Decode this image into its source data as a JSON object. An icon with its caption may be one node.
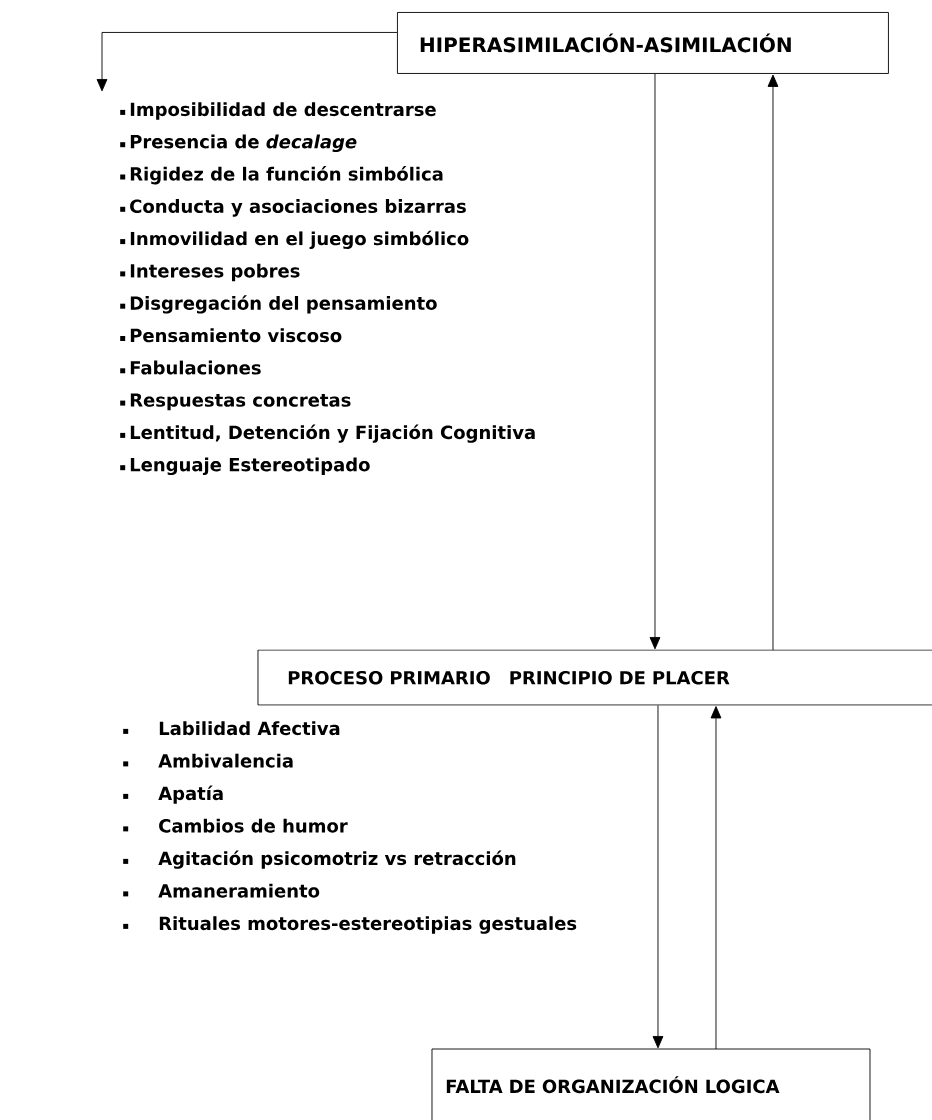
{
  "diagram": {
    "nodes": [
      {
        "text": [
          "HIPERASIMILACIÓN-ASIMILACIÓN"
        ]
      },
      {
        "text": [
          "Imposibilidad de descentrarse",
          "Presencia de *decalage*",
          "Rigidez de la función simbólica",
          "Conducta y asociaciones bizarras",
          "Inmovilidad en el juego simbólico",
          "Intereses pobres",
          "Disgregación del pensamiento",
          "Pensamiento viscoso",
          "Fabulaciones",
          "Respuestas concretas",
          "Lentitud, Detención y Fijación Cognitiva",
          "Lenguaje Estereotipado"
        ]
      },
      {
        "text": [
          "PROCESO PRIMARIO",
          "PRINCIPIO DE PLACER"
        ]
      },
      {
        "text": [
          "FALTA DE ORGANIZACIÓN LOGICA"
        ]
      }
    ],
    "edges": [
      {
        "from": 0,
        "to": 1,
        "arrow": "to"
      },
      {
        "from": 0,
        "to": 2,
        "arrow": "to"
      },
      {
        "from": 2,
        "to": 0,
        "arrow": "to"
      },
      {
        "from": 2,
        "to": 3,
        "arrow": "to"
      },
      {
        "from": 3,
        "to": 2,
        "arrow": "to"
      }
    ],
    "labels": [
      "Labilidad Afectiva",
      "Ambivalencia",
      "Apatía",
      "Cambios de humor",
      "Agitación psicomotriz vs retracción",
      "Amaneramiento",
      "Rituales motores-estereotipias gestuales"
    ]
  }
}
